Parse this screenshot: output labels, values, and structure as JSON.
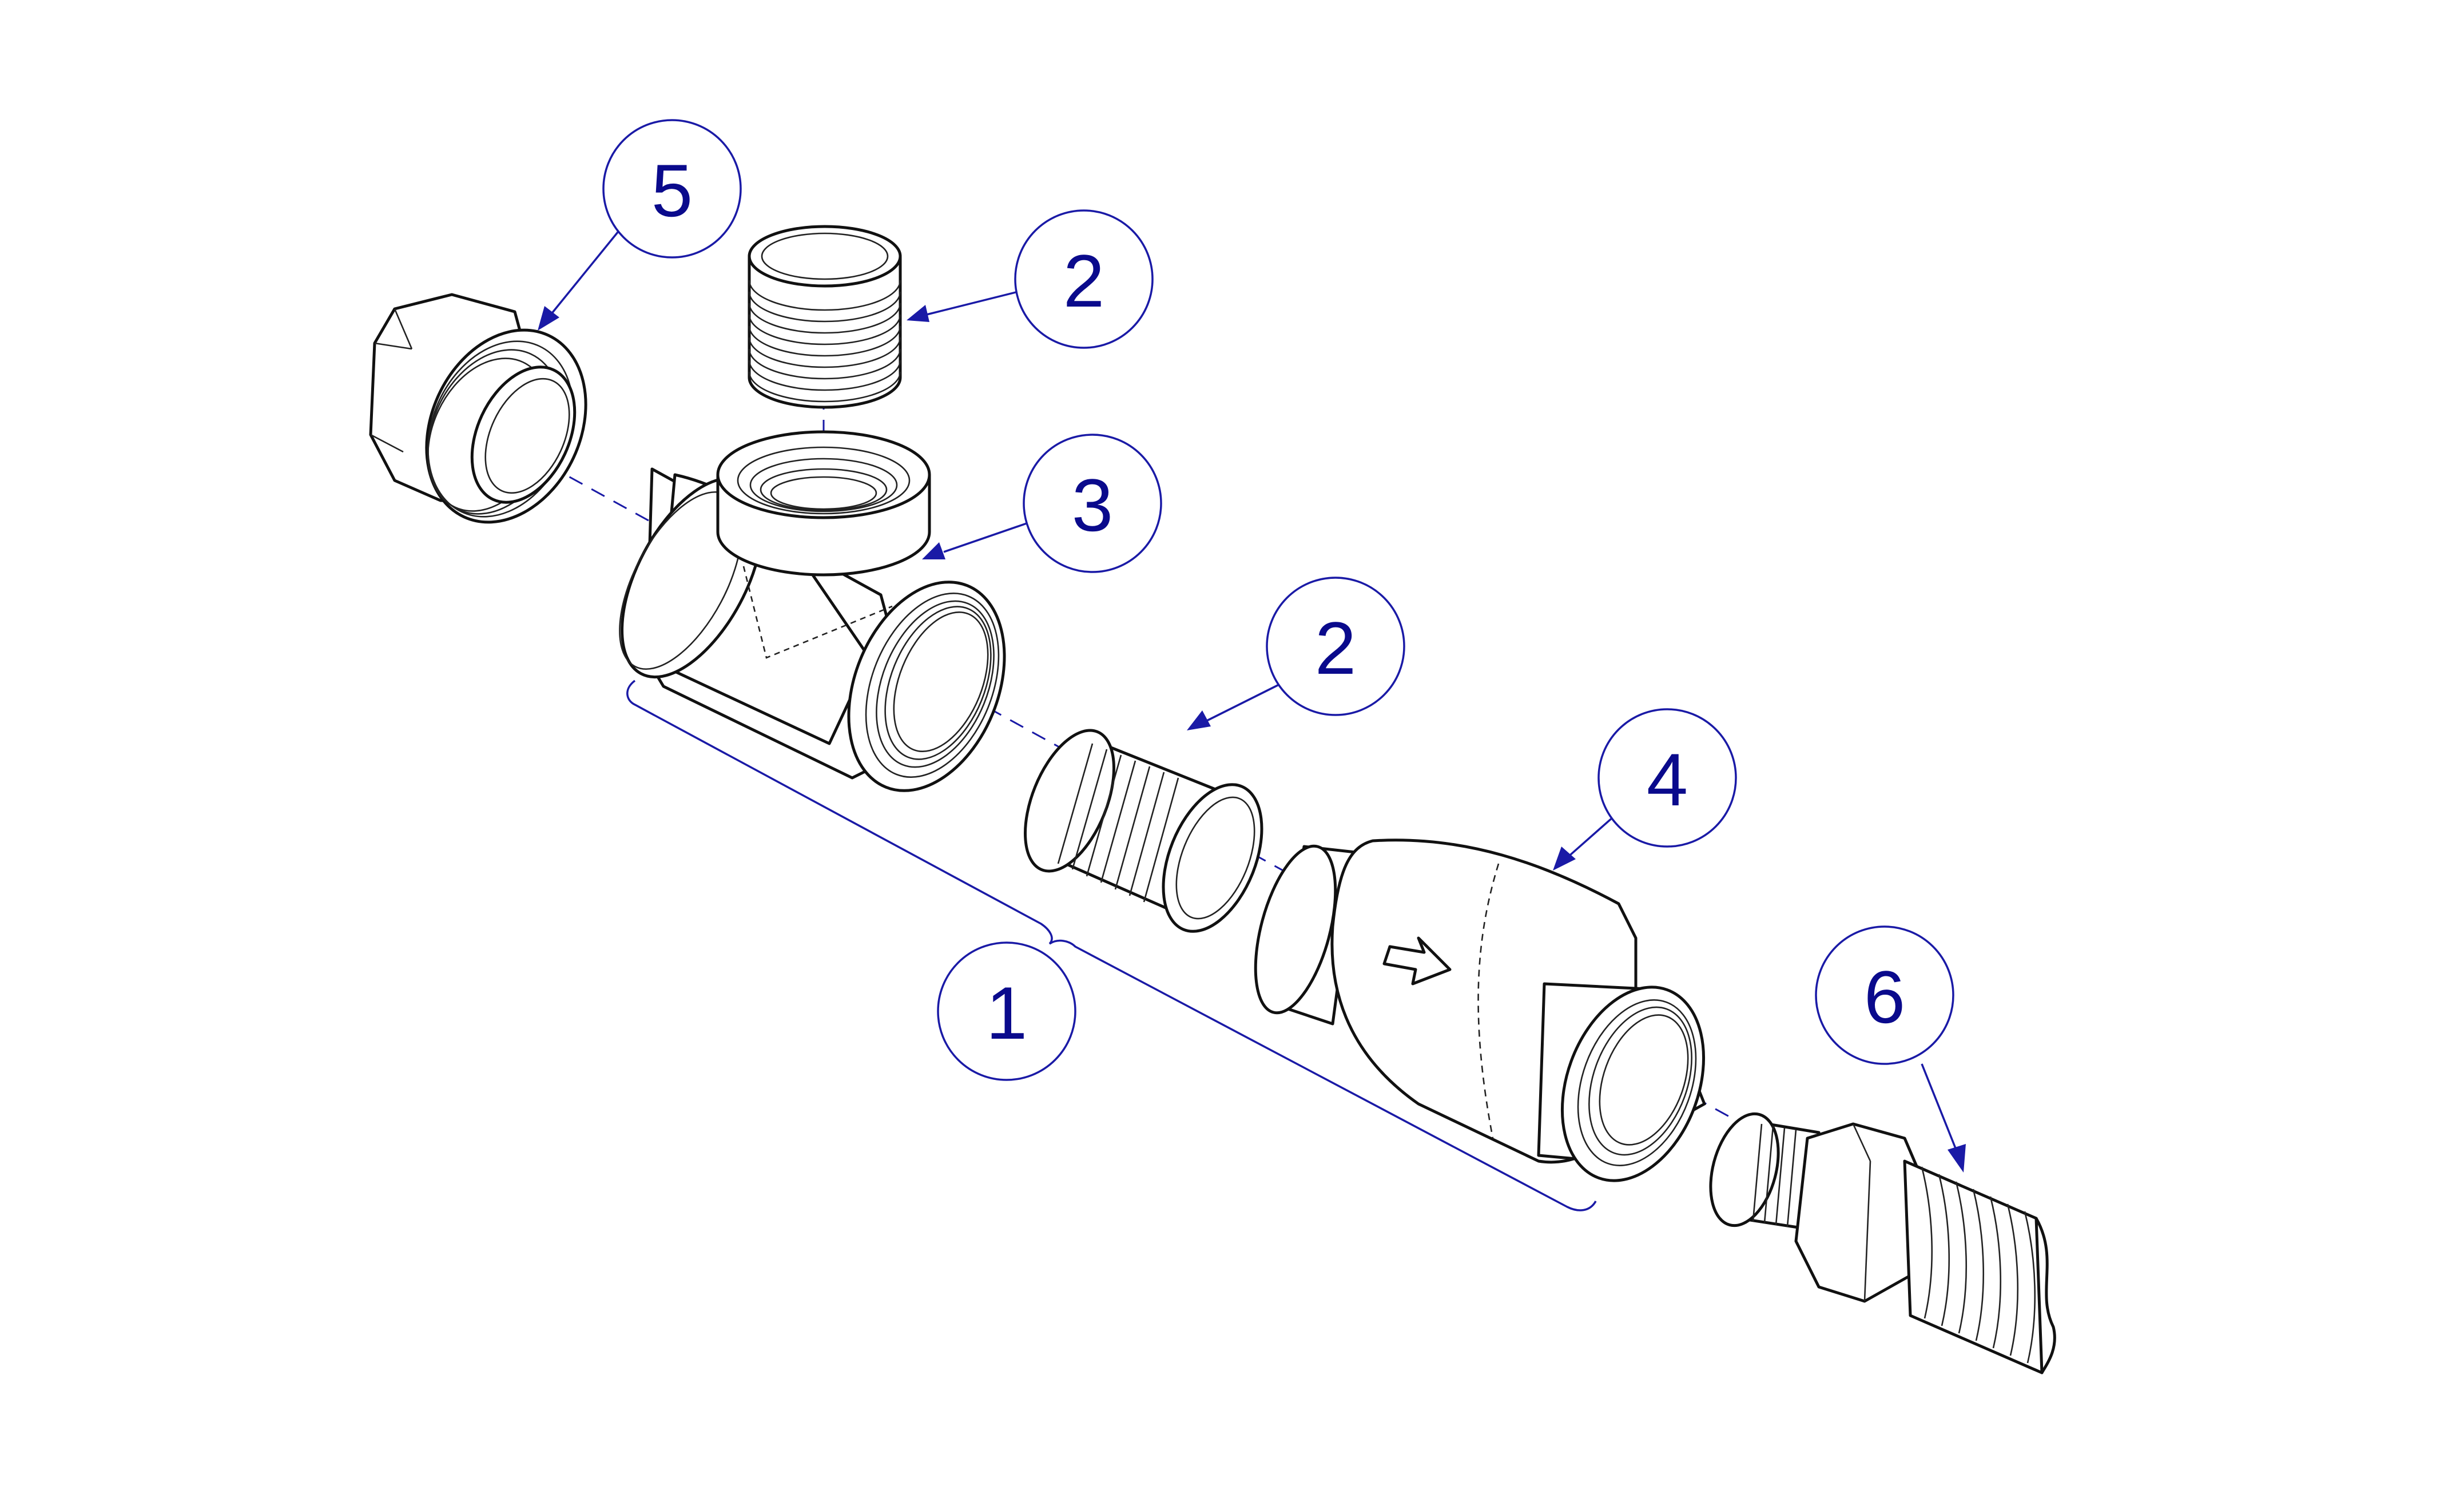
{
  "colors": {
    "callout": "#1a1aa6",
    "callout_text": "#0a0a8c",
    "line_art": "#111111",
    "background": "#ffffff"
  },
  "callouts": [
    {
      "id": "bracket-tee-assembly",
      "label": "1"
    },
    {
      "id": "vertical-nipple",
      "label": "2"
    },
    {
      "id": "tee-fitting",
      "label": "3"
    },
    {
      "id": "horizontal-nipple",
      "label": "2"
    },
    {
      "id": "check-valve",
      "label": "4"
    },
    {
      "id": "hex-bushing",
      "label": "5"
    },
    {
      "id": "hose-fitting",
      "label": "6"
    }
  ]
}
